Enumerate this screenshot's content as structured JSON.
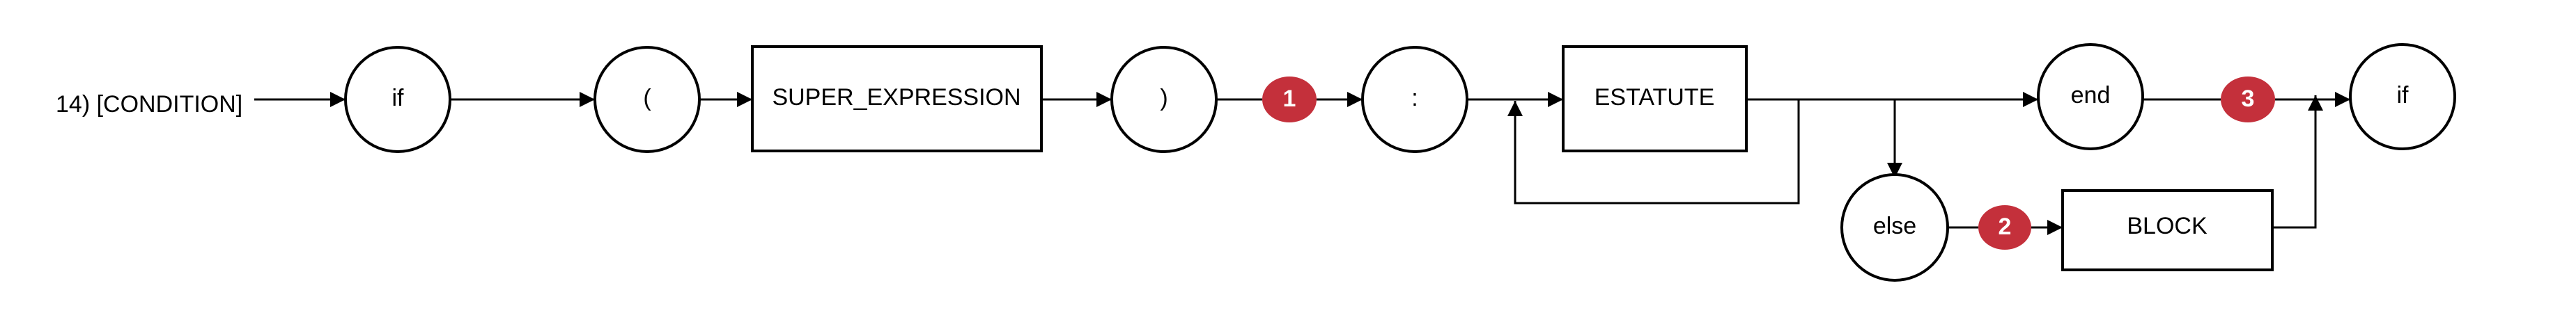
{
  "diagram": {
    "title": "14) [CONDITION]",
    "nodes": {
      "if_start": "if",
      "open_paren": "(",
      "super_expression": "SUPER_EXPRESSION",
      "close_paren": ")",
      "colon": ":",
      "estatute": "ESTATUTE",
      "else": "else",
      "block": "BLOCK",
      "end": "end",
      "if_end": "if"
    },
    "badges": {
      "b1": "1",
      "b2": "2",
      "b3": "3"
    },
    "colors": {
      "badge": "#c4303b",
      "stroke": "#000000",
      "background": "#ffffff"
    }
  }
}
